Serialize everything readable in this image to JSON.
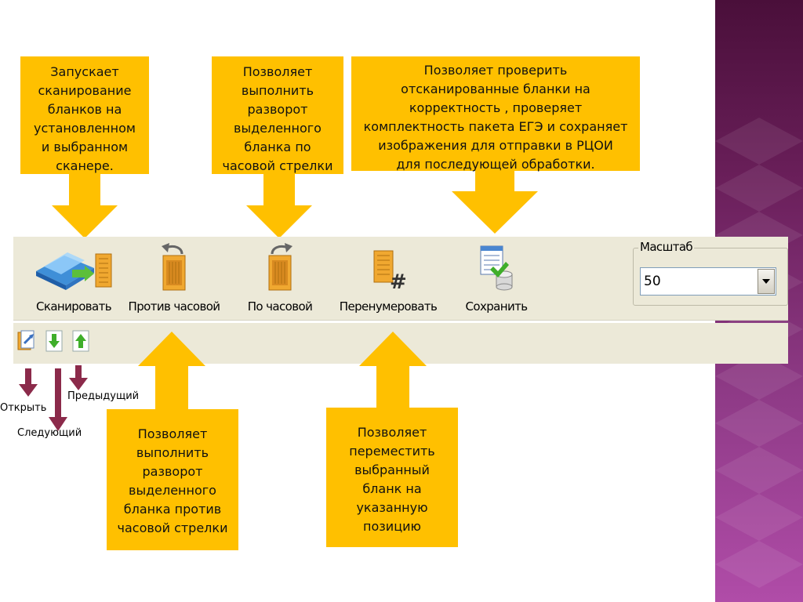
{
  "toolbar": {
    "buttons": [
      {
        "label": "Сканировать",
        "icon": "scanner-icon"
      },
      {
        "label": "Против часовой",
        "icon": "rotate-ccw-icon"
      },
      {
        "label": "По часовой",
        "icon": "rotate-cw-icon"
      },
      {
        "label": "Перенумеровать",
        "icon": "renumber-icon"
      },
      {
        "label": "Сохранить",
        "icon": "save-database-icon"
      }
    ],
    "scale": {
      "legend": "Масштаб",
      "value": "50"
    },
    "secondary": [
      {
        "name": "Открыть",
        "icon": "open-icon"
      },
      {
        "name": "Следующий",
        "icon": "next-down-arrow-icon"
      },
      {
        "name": "Предыдущий",
        "icon": "previous-up-arrow-icon"
      }
    ]
  },
  "callouts": {
    "scan": [
      "Запускает",
      "сканирование",
      "бланков на",
      "установленном",
      "и выбранном",
      "сканере."
    ],
    "rotate_cw": [
      "Позволяет",
      "выполнить",
      "разворот",
      "выделенного",
      "бланка по",
      "часовой стрелки"
    ],
    "save": [
      "Позволяет  проверить",
      "отсканированные бланки на",
      "корректность , проверяет",
      "комплектность пакета ЕГЭ и сохраняет",
      "изображения для отправки в РЦОИ",
      "для последующей обработки."
    ],
    "rotate_ccw": [
      "Позволяет",
      "выполнить",
      "разворот",
      "выделенного",
      "бланка против",
      "часовой стрелки"
    ],
    "renumber": [
      "Позволяет",
      "переместить",
      "выбранный",
      "бланк на",
      "указанную",
      "позицию"
    ]
  },
  "labels": {
    "open": "Открыть",
    "next": "Следующий",
    "previous": "Предыдущий"
  },
  "colors": {
    "callout": "#ffc000",
    "label_arrow": "#8b2a4a",
    "toolbar": "#ece9d8",
    "side_strip": "#7a2a6e"
  }
}
